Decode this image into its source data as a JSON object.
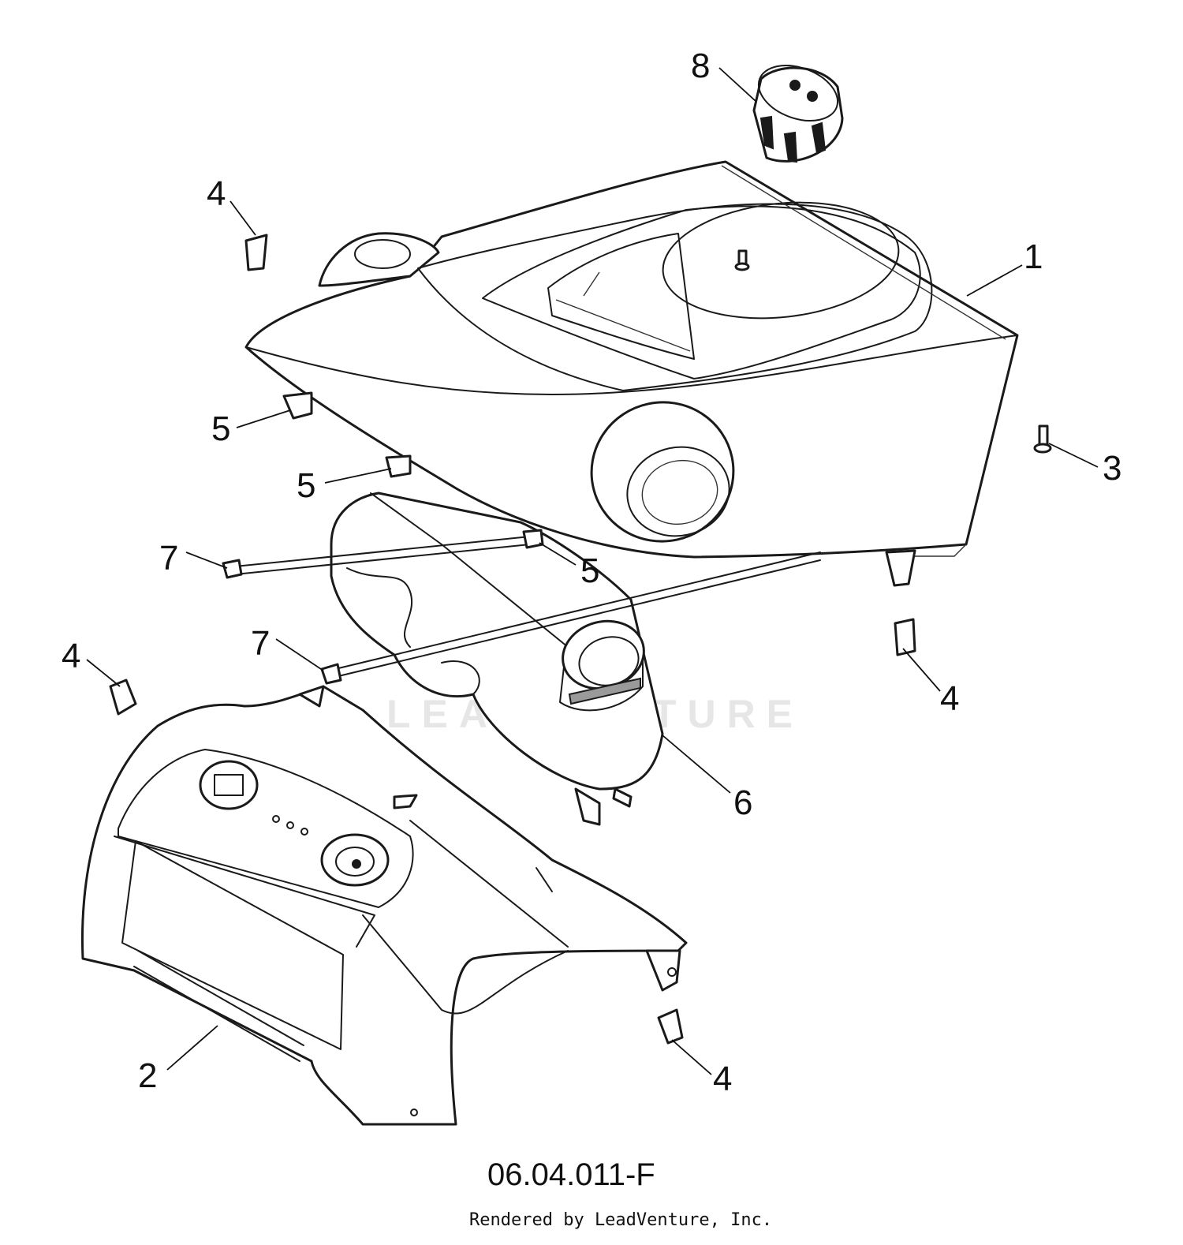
{
  "diagram": {
    "callouts": [
      {
        "id": "c8",
        "label": "8"
      },
      {
        "id": "c4a",
        "label": "4"
      },
      {
        "id": "c1",
        "label": "1"
      },
      {
        "id": "c5a",
        "label": "5"
      },
      {
        "id": "c3",
        "label": "3"
      },
      {
        "id": "c5b",
        "label": "5"
      },
      {
        "id": "c7a",
        "label": "7"
      },
      {
        "id": "c5c",
        "label": "5"
      },
      {
        "id": "c4b",
        "label": "4"
      },
      {
        "id": "c7b",
        "label": "7"
      },
      {
        "id": "c4c",
        "label": "4"
      },
      {
        "id": "c6",
        "label": "6"
      },
      {
        "id": "c2",
        "label": "2"
      },
      {
        "id": "c4d",
        "label": "4"
      }
    ],
    "reference": "06.04.011-F",
    "credit": "Rendered by LeadVenture, Inc.",
    "watermark": "LEADVENTURE"
  }
}
